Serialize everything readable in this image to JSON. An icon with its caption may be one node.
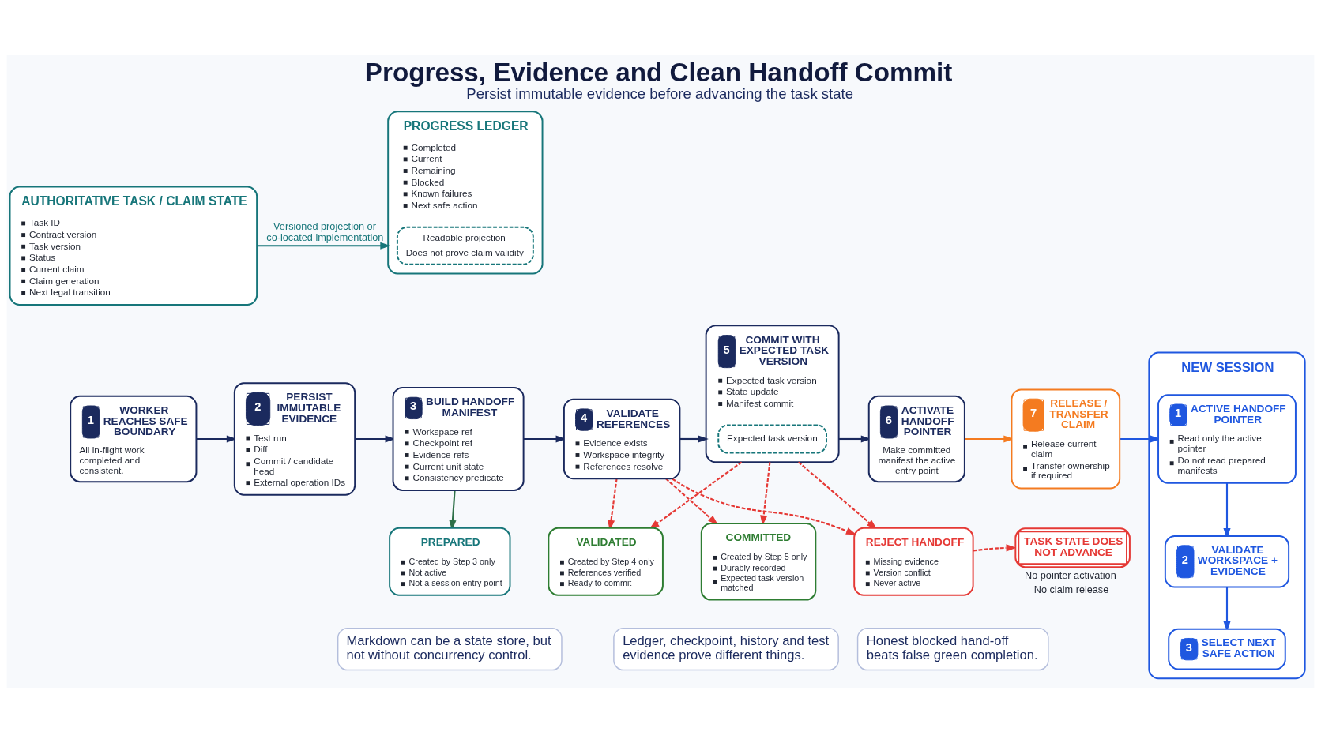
{
  "diagram": {
    "title": "Progress, Evidence and Clean Handoff Commit",
    "caption": "Persist immutable evidence before advancing the task state",
    "nodes": [
      {
        "text": [
          "AUTHORITATIVE TASK / CLAIM STATE",
          "Task ID",
          "Contract version",
          "Task version",
          "Status",
          "Current claim",
          "Claim generation",
          "Next legal transition"
        ]
      },
      {
        "text": [
          "PROGRESS LEDGER",
          "Completed",
          "Current",
          "Remaining",
          "Blocked",
          "Known failures",
          "Next safe action"
        ]
      },
      {
        "text": [
          "Readable projection",
          "Does not prove claim validity"
        ],
        "in": 1
      },
      {
        "text": [
          "1",
          "WORKER REACHES SAFE BOUNDARY",
          "All in-flight work completed and consistent."
        ]
      },
      {
        "text": [
          "2",
          "PERSIST IMMUTABLE EVIDENCE",
          "Test run",
          "Diff",
          "Commit / candidate head",
          "External operation IDs"
        ]
      },
      {
        "text": [
          "3",
          "BUILD HANDOFF MANIFEST",
          "Workspace ref",
          "Checkpoint ref",
          "Evidence refs",
          "Current unit state",
          "Consistency predicate"
        ]
      },
      {
        "text": [
          "4",
          "VALIDATE REFERENCES",
          "Evidence exists",
          "Workspace integrity",
          "References resolve"
        ]
      },
      {
        "text": [
          "5",
          "COMMIT WITH EXPECTED TASK VERSION",
          "Expected task version",
          "State update",
          "Manifest commit"
        ]
      },
      {
        "text": [
          "Expected task version"
        ],
        "in": 7
      },
      {
        "text": [
          "6",
          "ACTIVATE HANDOFF POINTER",
          "Make committed manifest the active entry point"
        ]
      },
      {
        "text": [
          "7",
          "RELEASE / TRANSFER CLAIM",
          "Release current claim",
          "Transfer ownership if required"
        ]
      },
      {
        "text": [
          "NEW SESSION"
        ]
      },
      {
        "text": [
          "1",
          "ACTIVE HANDOFF POINTER",
          "Read only the active pointer",
          "Do not read prepared manifests"
        ],
        "in": 11
      },
      {
        "text": [
          "2",
          "VALIDATE WORKSPACE + EVIDENCE"
        ],
        "in": 11
      },
      {
        "text": [
          "3",
          "SELECT NEXT SAFE ACTION"
        ],
        "in": 11
      },
      {
        "text": [
          "PREPARED",
          "Created by Step 3 only",
          "Not active",
          "Not a session entry point"
        ]
      },
      {
        "text": [
          "VALIDATED",
          "Created by Step 4 only",
          "References verified",
          "Ready to commit"
        ]
      },
      {
        "text": [
          "COMMITTED",
          "Created by Step 5 only",
          "Durably recorded",
          "Expected task version matched"
        ]
      },
      {
        "text": [
          "REJECT HANDOFF",
          "Missing evidence",
          "Version conflict",
          "Never active"
        ]
      },
      {
        "text": [
          "TASK STATE DOES NOT ADVANCE"
        ],
        "beside": [
          "No pointer activation",
          "No claim release"
        ]
      },
      {
        "text": [
          "Markdown can be a state store, but not without concurrency control."
        ]
      },
      {
        "text": [
          "Ledger, checkpoint, history and test evidence prove different things."
        ]
      },
      {
        "text": [
          "Honest blocked hand-off beats false green completion."
        ]
      }
    ],
    "edges": [
      {
        "from": 0,
        "to": 1,
        "arrow": "to",
        "label": "Versioned projection or co-located implementation",
        "color": "#17767a"
      },
      {
        "from": 3,
        "to": 4,
        "arrow": "to",
        "color": "#1b2a5e"
      },
      {
        "from": 4,
        "to": 5,
        "arrow": "to",
        "color": "#1b2a5e"
      },
      {
        "from": 5,
        "to": 6,
        "arrow": "to",
        "color": "#1b2a5e"
      },
      {
        "from": 6,
        "to": 7,
        "arrow": "to",
        "color": "#1b2a5e"
      },
      {
        "from": 7,
        "to": 9,
        "arrow": "to",
        "color": "#1b2a5e"
      },
      {
        "from": 9,
        "to": 10,
        "arrow": "to",
        "color": "#f47b20"
      },
      {
        "from": 10,
        "to": 12,
        "arrow": "to",
        "color": "#1f57e0"
      },
      {
        "from": 12,
        "to": 13,
        "arrow": "to",
        "color": "#1f57e0"
      },
      {
        "from": 13,
        "to": 14,
        "arrow": "to",
        "color": "#1f57e0"
      },
      {
        "from": 5,
        "to": 15,
        "arrow": "to",
        "color": "#2e7048"
      },
      {
        "from": 6,
        "to": 16,
        "arrow": "to",
        "style": "dashed",
        "color": "#e53935"
      },
      {
        "from": 6,
        "to": 17,
        "arrow": "to",
        "style": "dashed",
        "color": "#e53935"
      },
      {
        "from": 6,
        "to": 18,
        "arrow": "to",
        "style": "dashed",
        "color": "#e53935"
      },
      {
        "from": 7,
        "to": 16,
        "arrow": "to",
        "style": "dashed",
        "color": "#e53935"
      },
      {
        "from": 7,
        "to": 17,
        "arrow": "to",
        "style": "dashed",
        "color": "#e53935"
      },
      {
        "from": 7,
        "to": 18,
        "arrow": "to",
        "style": "dashed",
        "color": "#e53935"
      },
      {
        "from": 18,
        "to": 19,
        "arrow": "to",
        "style": "dashed",
        "color": "#e53935"
      }
    ]
  }
}
